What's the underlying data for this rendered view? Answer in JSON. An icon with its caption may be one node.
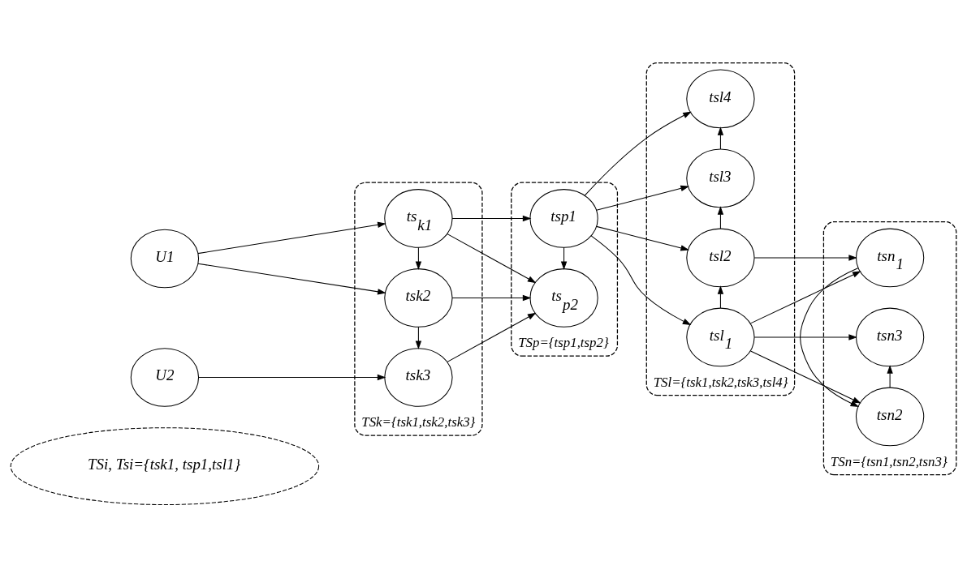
{
  "diagram": {
    "nodes": [
      {
        "text": [
          "TSi, Tsi={tsk1, tsp1,tsl1}"
        ]
      },
      {
        "text": [
          "U1"
        ]
      },
      {
        "text": [
          "U2"
        ]
      },
      {
        "text": [
          "TSk={tsk1,tsk2,tsk3}"
        ]
      },
      {
        "text": [
          "ts$_{k1}$"
        ],
        "in": 3
      },
      {
        "text": [
          "tsk2"
        ],
        "in": 3
      },
      {
        "text": [
          "tsk3"
        ],
        "in": 3
      },
      {
        "text": [
          "TSp={tsp1,tsp2}"
        ]
      },
      {
        "text": [
          "tsp1"
        ],
        "in": 7
      },
      {
        "text": [
          "ts$_{p2}$"
        ],
        "in": 7
      },
      {
        "text": [
          "TSl={tsk1,tsk2,tsk3,tsl4}"
        ]
      },
      {
        "text": [
          "tsl$_{1}$"
        ],
        "in": 10
      },
      {
        "text": [
          "tsl2"
        ],
        "in": 10
      },
      {
        "text": [
          "tsl3"
        ],
        "in": 10
      },
      {
        "text": [
          "tsl4"
        ],
        "in": 10
      },
      {
        "text": [
          "TSn={tsn1,tsn2,tsn3}"
        ]
      },
      {
        "text": [
          "tsn$_{1}$"
        ],
        "in": 15
      },
      {
        "text": [
          "tsn2"
        ],
        "in": 15
      },
      {
        "text": [
          "tsn3"
        ],
        "in": 15
      }
    ],
    "edges": [
      {
        "from": 1,
        "to": 4,
        "arrow": "to"
      },
      {
        "from": 1,
        "to": 5,
        "arrow": "to"
      },
      {
        "from": 2,
        "to": 6,
        "arrow": "to"
      },
      {
        "from": 4,
        "to": 5,
        "arrow": "to"
      },
      {
        "from": 5,
        "to": 6,
        "arrow": "to"
      },
      {
        "from": 4,
        "to": 8,
        "arrow": "to"
      },
      {
        "from": 4,
        "to": 9,
        "arrow": "to"
      },
      {
        "from": 5,
        "to": 9,
        "arrow": "to"
      },
      {
        "from": 6,
        "to": 9,
        "arrow": "to"
      },
      {
        "from": 8,
        "to": 9,
        "arrow": "to"
      },
      {
        "from": 8,
        "to": 11,
        "arrow": "to"
      },
      {
        "from": 8,
        "to": 12,
        "arrow": "to"
      },
      {
        "from": 8,
        "to": 13,
        "arrow": "to"
      },
      {
        "from": 8,
        "to": 14,
        "arrow": "to"
      },
      {
        "from": 11,
        "to": 12,
        "arrow": "to"
      },
      {
        "from": 12,
        "to": 13,
        "arrow": "to"
      },
      {
        "from": 13,
        "to": 14,
        "arrow": "to"
      },
      {
        "from": 11,
        "to": 16,
        "arrow": "to"
      },
      {
        "from": 12,
        "to": 16,
        "arrow": "to"
      },
      {
        "from": 11,
        "to": 17,
        "arrow": "to"
      },
      {
        "from": 11,
        "to": 18,
        "arrow": "to"
      },
      {
        "from": 16,
        "to": 17,
        "arrow": "to"
      },
      {
        "from": 17,
        "to": 18,
        "arrow": "to"
      }
    ]
  }
}
